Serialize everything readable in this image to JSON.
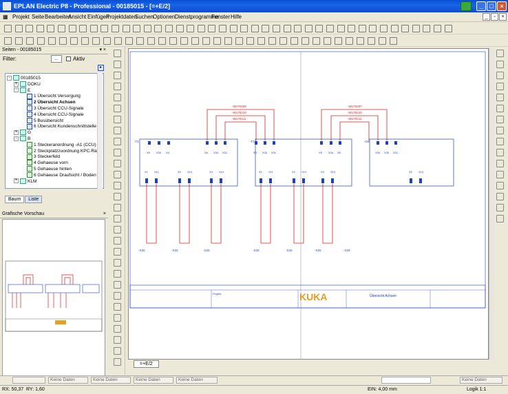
{
  "window": {
    "title": "EPLAN Electric P8 - Professional - 00185015 - [=+E/2]"
  },
  "menu": [
    "Projekt",
    "Seite",
    "Bearbeiten",
    "Ansicht",
    "Einfügen",
    "Projektdaten",
    "Suchen",
    "Optionen",
    "Dienstprogramme",
    "Fenster",
    "Hilfe"
  ],
  "pages_panel": {
    "title": "Seiten - 00185015",
    "filter_label": "Filter:",
    "filter_button": "...",
    "aktiv_label": "Aktiv",
    "tree": [
      {
        "label": "00185015",
        "level": 0,
        "expander": "-",
        "icon": "project"
      },
      {
        "label": "DOKU",
        "level": 1,
        "expander": "+",
        "icon": "group"
      },
      {
        "label": "E",
        "level": 1,
        "expander": "-",
        "icon": "group"
      },
      {
        "label": "1 Übersicht Versorgung",
        "level": 2,
        "icon": "page"
      },
      {
        "label": "2 Übersicht Achsen",
        "level": 2,
        "icon": "page",
        "selected": true
      },
      {
        "label": "3 Übersicht CCU-Signale",
        "level": 2,
        "icon": "page"
      },
      {
        "label": "4 Übersicht CCU-Signale",
        "level": 2,
        "icon": "page"
      },
      {
        "label": "5 Busübersicht",
        "level": 2,
        "icon": "page"
      },
      {
        "label": "6 Übersicht Kundenschnittstelle",
        "level": 2,
        "icon": "page"
      },
      {
        "label": "G",
        "level": 1,
        "expander": "+",
        "icon": "group"
      },
      {
        "label": "B",
        "level": 1,
        "expander": "-",
        "icon": "group"
      },
      {
        "label": "1 Steckeranordnung -A1 (CCU)",
        "level": 2,
        "icon": "page2"
      },
      {
        "label": "2 Steckplatzzuordnung KPC-Ra",
        "level": 2,
        "icon": "page2"
      },
      {
        "label": "3 Steckerfeld",
        "level": 2,
        "icon": "page2"
      },
      {
        "label": "4 Gehaeuse vorn",
        "level": 2,
        "icon": "page2"
      },
      {
        "label": "5 Gehaeuse hinten",
        "level": 2,
        "icon": "page2"
      },
      {
        "label": "6 Gehaeuse Draufsicht / Boden",
        "level": 2,
        "icon": "page2"
      },
      {
        "label": "KLM",
        "level": 1,
        "expander": "+",
        "icon": "group"
      }
    ],
    "tabs": [
      "Baum",
      "Liste"
    ]
  },
  "preview_panel": {
    "title": "Grafische Vorschau"
  },
  "page_tab": "=+E/2",
  "empty_fields": [
    "Keine Daten",
    "Keine Daten",
    "Keine Daten",
    "Keine Daten",
    "Keine Daten"
  ],
  "status": {
    "rx": "RX: 50,37",
    "ry": "RY: 1,60",
    "ein": "EIN: 4,00 mm",
    "logik": "Logik 1:1"
  },
  "drawing": {
    "cables_left": [
      "-W170208",
      "-W170210",
      "-W170211"
    ],
    "cables_right": [
      "-W170207",
      "-W170210",
      "-W170211"
    ],
    "boxes": [
      "-T1",
      "-T1",
      "-G6"
    ],
    "upper_terminals_1": [
      "X5",
      "X30",
      "X4",
      "X6",
      "X34",
      "X31"
    ],
    "upper_terminals_2": [
      "X6",
      "X30",
      "X31",
      "X6",
      "X34",
      "X6"
    ],
    "upper_terminals_3": [
      "X30",
      "X30",
      "X31"
    ],
    "lower_terminals": [
      "X1",
      "X11",
      "X2",
      "X12",
      "X3",
      "X13",
      "X1",
      "X11",
      "X2",
      "X12",
      "X3",
      "X13",
      "X2",
      "X12"
    ],
    "feed_labels": [
      "-X20",
      "-X20",
      "-X20",
      "-X20",
      "-X20",
      "-X20",
      "-X20"
    ],
    "logo_text": "KUKA",
    "sheet_title": "Übersicht Achsen",
    "project_label": "Projekt"
  }
}
